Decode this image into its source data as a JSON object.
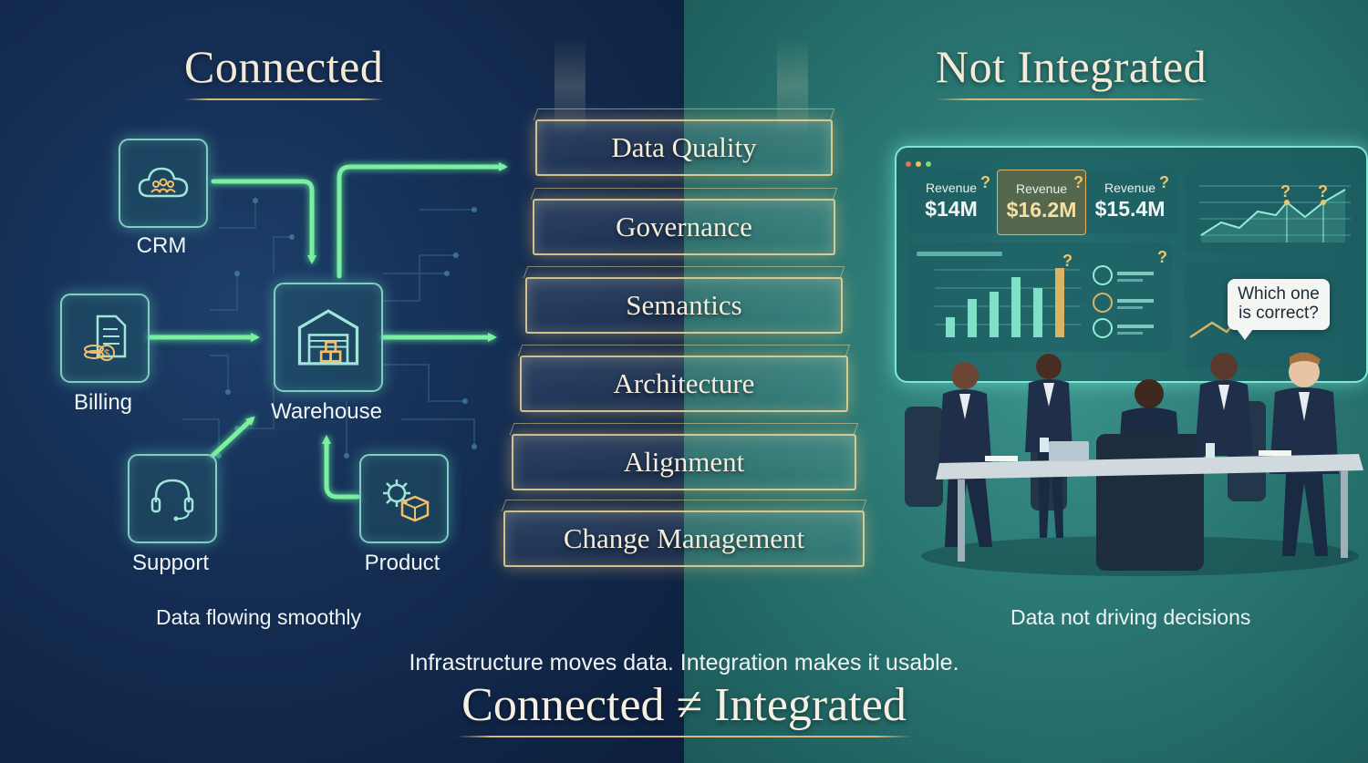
{
  "left": {
    "title": "Connected",
    "nodes": {
      "crm": "CRM",
      "billing": "Billing",
      "warehouse": "Warehouse",
      "support": "Support",
      "product": "Product"
    },
    "caption": "Data flowing smoothly"
  },
  "center": {
    "layers": [
      "Data Quality",
      "Governance",
      "Semantics",
      "Architecture",
      "Alignment",
      "Change Management"
    ]
  },
  "right": {
    "title": "Not Integrated",
    "revenue": [
      {
        "label": "Revenue",
        "value": "$14M"
      },
      {
        "label": "Revenue",
        "value": "$16.2M"
      },
      {
        "label": "Revenue",
        "value": "$15.4M"
      }
    ],
    "question_mark": "?",
    "bubble": {
      "line1": "Which one",
      "line2": "is correct?"
    },
    "caption": "Data not driving decisions"
  },
  "footer": {
    "tagline": "Infrastructure moves data. Integration makes it usable.",
    "title": "Connected ≠ Integrated"
  },
  "colors": {
    "left_bg": "#142d52",
    "right_bg": "#2a7773",
    "accent_green": "#7cf0a0",
    "accent_gold": "#d8b878",
    "node_border": "#7ecfc0"
  }
}
